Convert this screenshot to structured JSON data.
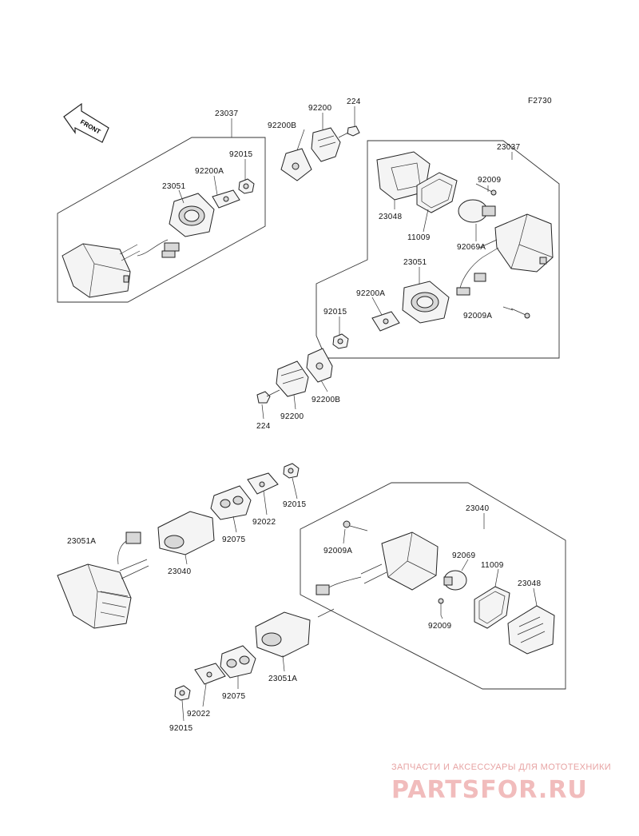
{
  "figure_code": "F2730",
  "front_label": "FRONT",
  "parts": [
    {
      "id": "p1",
      "text": "23037"
    },
    {
      "id": "p2",
      "text": "92200"
    },
    {
      "id": "p3",
      "text": "224"
    },
    {
      "id": "p4",
      "text": "92200B"
    },
    {
      "id": "p5",
      "text": "92015"
    },
    {
      "id": "p6",
      "text": "92200A"
    },
    {
      "id": "p7",
      "text": "23051"
    },
    {
      "id": "p8",
      "text": "23037"
    },
    {
      "id": "p9",
      "text": "92009"
    },
    {
      "id": "p10",
      "text": "23048"
    },
    {
      "id": "p11",
      "text": "11009"
    },
    {
      "id": "p12",
      "text": "92069A"
    },
    {
      "id": "p13",
      "text": "23051"
    },
    {
      "id": "p14",
      "text": "92200A"
    },
    {
      "id": "p15",
      "text": "92015"
    },
    {
      "id": "p16",
      "text": "92009A"
    },
    {
      "id": "p17",
      "text": "92200B"
    },
    {
      "id": "p18",
      "text": "92200"
    },
    {
      "id": "p19",
      "text": "224"
    },
    {
      "id": "p20",
      "text": "92015"
    },
    {
      "id": "p21",
      "text": "92022"
    },
    {
      "id": "p22",
      "text": "92075"
    },
    {
      "id": "p23",
      "text": "23040"
    },
    {
      "id": "p24",
      "text": "23051A"
    },
    {
      "id": "p25",
      "text": "23040"
    },
    {
      "id": "p26",
      "text": "92009A"
    },
    {
      "id": "p27",
      "text": "92069"
    },
    {
      "id": "p28",
      "text": "11009"
    },
    {
      "id": "p29",
      "text": "23048"
    },
    {
      "id": "p30",
      "text": "92009"
    },
    {
      "id": "p31",
      "text": "23051A"
    },
    {
      "id": "p32",
      "text": "92075"
    },
    {
      "id": "p33",
      "text": "92022"
    },
    {
      "id": "p34",
      "text": "92015"
    }
  ],
  "watermark": {
    "tagline": "ЗАПЧАСТИ И АКСЕССУАРЫ ДЛЯ МОТОТЕХНИКИ",
    "brand": "PARTSFOR.RU",
    "color": "#e79a9a"
  }
}
